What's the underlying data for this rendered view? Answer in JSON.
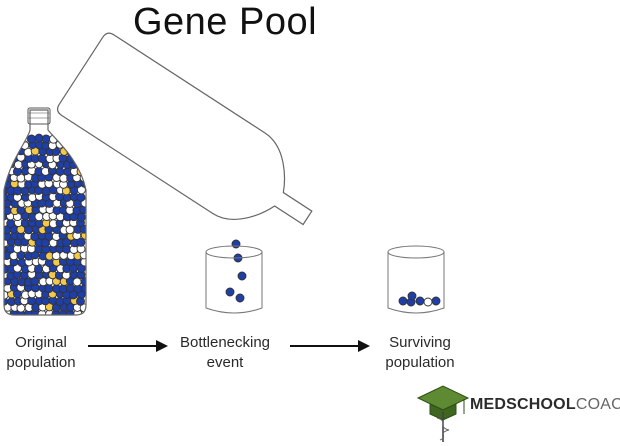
{
  "title": "Gene Pool",
  "stages": {
    "original": {
      "line1": "Original",
      "line2": "population"
    },
    "bottleneck": {
      "line1": "Bottlenecking",
      "line2": "event"
    },
    "surviving": {
      "line1": "Surviving",
      "line2": "population"
    }
  },
  "brand": {
    "part1": "MEDSCHOOL",
    "part2": "COACH"
  },
  "colors": {
    "allele_blue": "#1f3fa8",
    "allele_white": "#ffffff",
    "allele_yellow": "#f2c94c",
    "outline": "#333333",
    "brand_green": "#4f7a2a"
  }
}
